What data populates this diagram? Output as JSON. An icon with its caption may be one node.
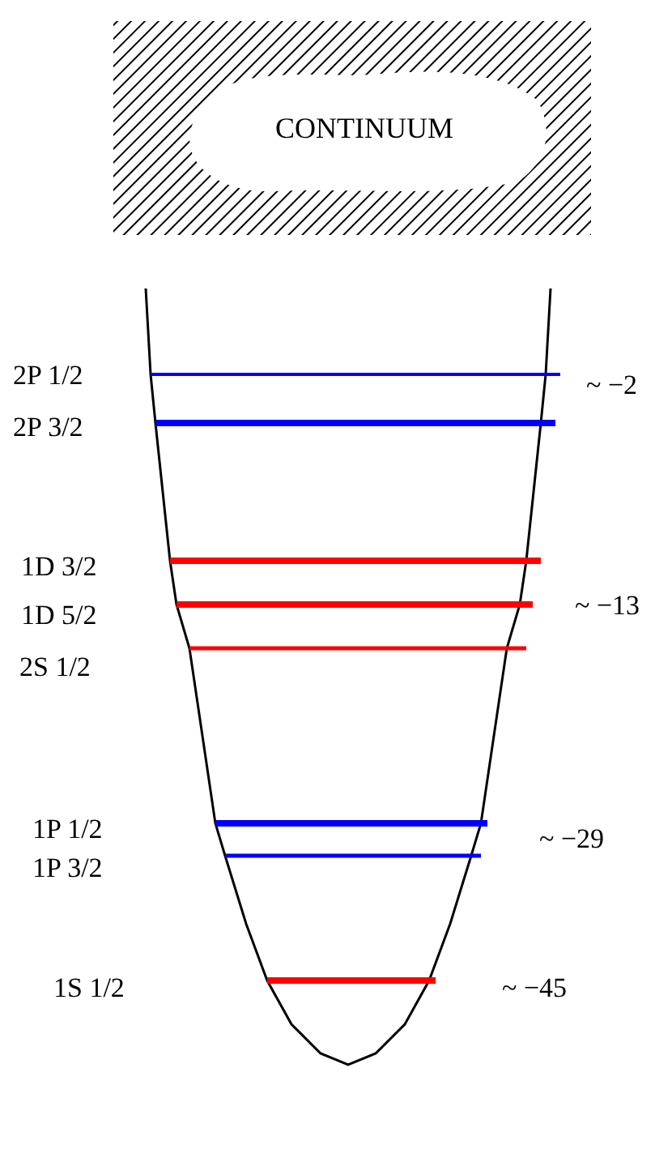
{
  "diagram": {
    "nodes": [
      {
        "text": [
          "CONTINUUM"
        ]
      }
    ],
    "labels": [
      "2P 1/2",
      "~ −2",
      "2P 3/2",
      "1D 3/2",
      "1D 5/2",
      "~ −13",
      "2S 1/2",
      "1P 1/2",
      "~ −29",
      "1P 3/2",
      "1S 1/2",
      "~ −45"
    ]
  }
}
